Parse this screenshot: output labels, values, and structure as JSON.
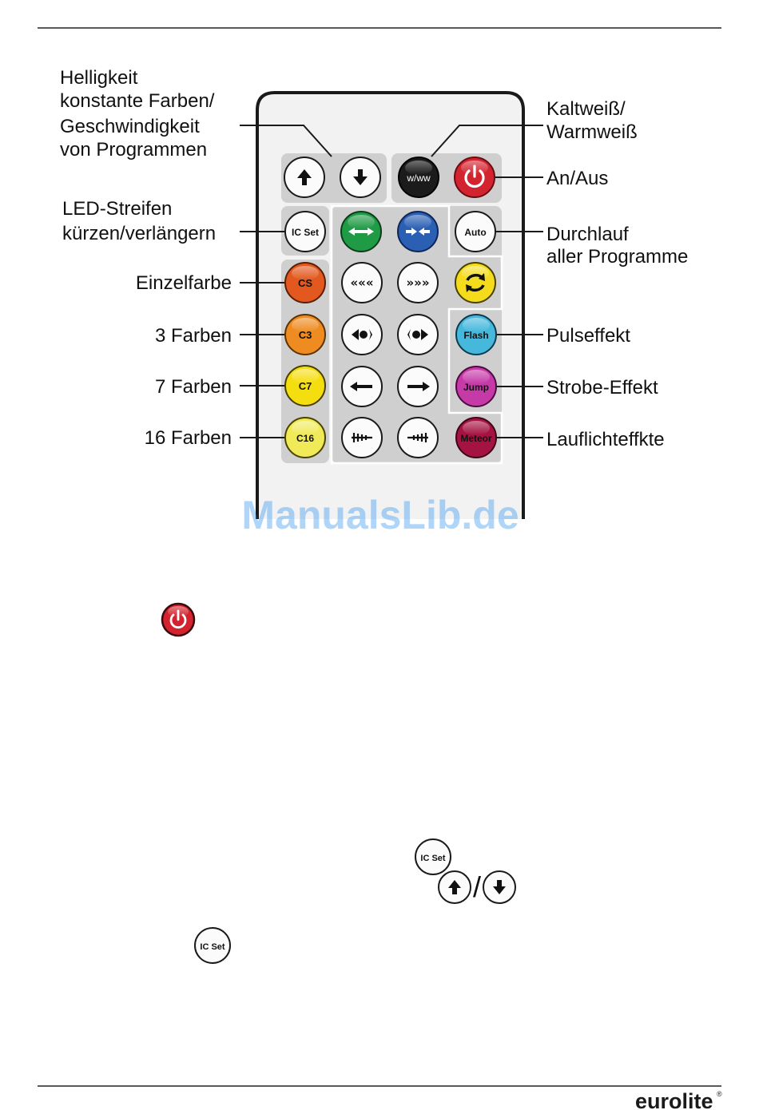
{
  "callouts_left": {
    "brightness_speed": [
      "Helligkeit",
      "konstante Farben/",
      "Geschwindigkeit",
      "von Programmen"
    ],
    "ic_set": [
      "LED-Streifen",
      "kürzen/verlängern"
    ],
    "single_color": "Einzelfarbe",
    "three_colors": "3 Farben",
    "seven_colors": "7 Farben",
    "sixteen_colors": "16 Farben"
  },
  "callouts_right": {
    "white": [
      "Kaltweiß/",
      "Warmweiß"
    ],
    "power": "An/Aus",
    "auto": [
      "Durchlauf",
      "aller Programme"
    ],
    "pulse": "Pulseffekt",
    "strobe": "Strobe-Effekt",
    "running": "Lauflichteffkte"
  },
  "remote": {
    "buttons": {
      "ww": "w/ww",
      "ic_set": "IC Set",
      "auto": "Auto",
      "cs": "CS",
      "c3": "C3",
      "c7": "C7",
      "c16": "C16",
      "flash": "Flash",
      "jump": "Jump",
      "meteor": "Meteor"
    }
  },
  "inline_icons": {
    "ic_set_1": "IC Set",
    "ic_set_2": "IC Set",
    "separator": "/"
  },
  "watermark": "ManualsLib.de",
  "footer": {
    "brand": "eurolite",
    "registered": "®"
  },
  "colors": {
    "green": "#1f9a45",
    "blue": "#2a5fb3",
    "red": "#d3232e",
    "orange_dark": "#e2581e",
    "orange": "#ee8c22",
    "yellow": "#f4dc1c",
    "yellow_light": "#f0ea58",
    "cyan": "#45b8dc",
    "magenta": "#c63aa8",
    "crimson": "#a51342",
    "black": "#1b1b1b"
  }
}
